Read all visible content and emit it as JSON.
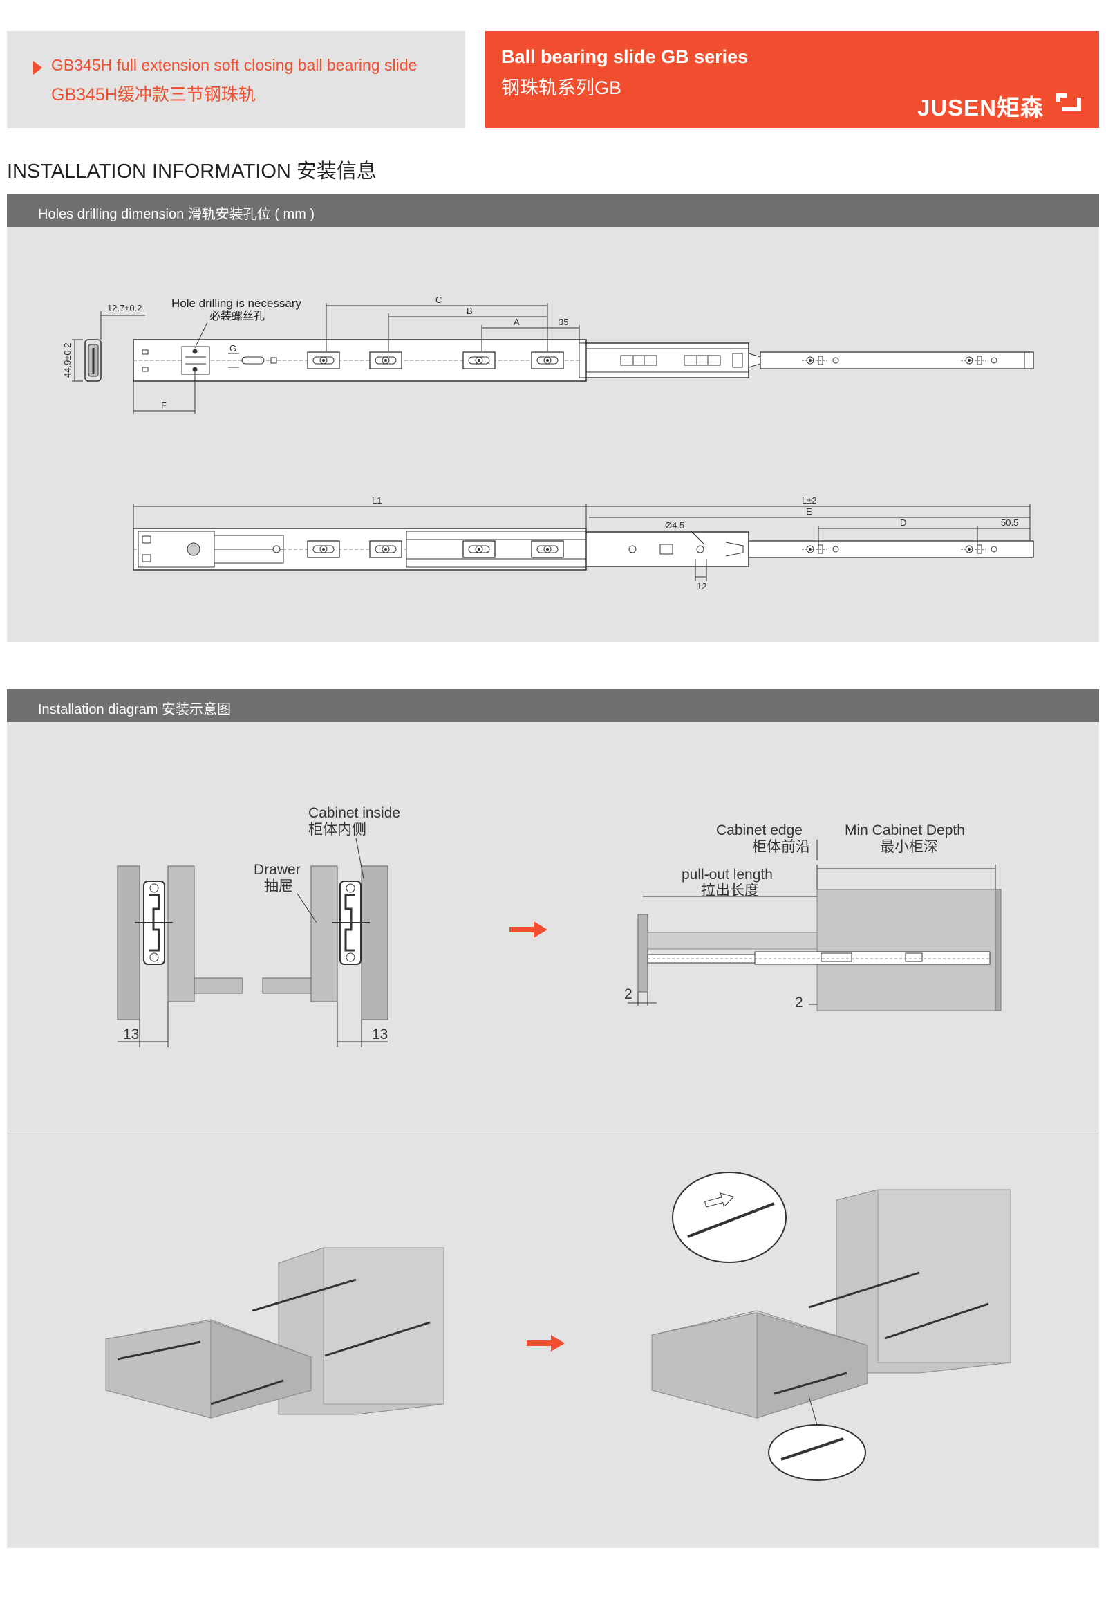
{
  "header": {
    "product_en": "GB345H full extension soft closing ball bearing slide",
    "product_cn": "GB345H缓冲款三节钢珠轨",
    "series_en": "Ball bearing slide GB series",
    "series_cn": "钢珠轨系列GB",
    "brand": "JUSEN矩森",
    "accent_color": "#f04e2e"
  },
  "section_title": "INSTALLATION INFORMATION   安装信息",
  "holes_section": {
    "bar_label": "Holes drilling dimension    滑轨安装孔位 ( mm )",
    "profile_height": "44.9±0.2",
    "profile_width": "12.7±0.2",
    "note_en": "Hole drilling is necessary",
    "note_cn": "必装螺丝孔",
    "dim_c": "C",
    "dim_b": "B",
    "dim_a": "A",
    "dim_35": "35",
    "dim_g": "G",
    "dim_f": "F",
    "dim_l1": "L1",
    "dim_l2": "L±2",
    "dim_e": "E",
    "dim_d": "D",
    "dim_505": "50.5",
    "dim_hole": "Ø4.5",
    "dim_12": "12"
  },
  "install_section": {
    "bar_label": "Installation diagram    安装示意图",
    "cabinet_inside_en": "Cabinet inside",
    "cabinet_inside_cn": "柜体内侧",
    "drawer_en": "Drawer",
    "drawer_cn": "抽屉",
    "gap_left": "13",
    "gap_right": "13",
    "cabinet_edge_en": "Cabinet edge",
    "cabinet_edge_cn": "柜体前沿",
    "min_depth_en": "Min Cabinet Depth",
    "min_depth_cn": "最小柜深",
    "pullout_en": "pull-out length",
    "pullout_cn": "拉出长度",
    "offset_front": "2",
    "offset_edge": "2"
  }
}
